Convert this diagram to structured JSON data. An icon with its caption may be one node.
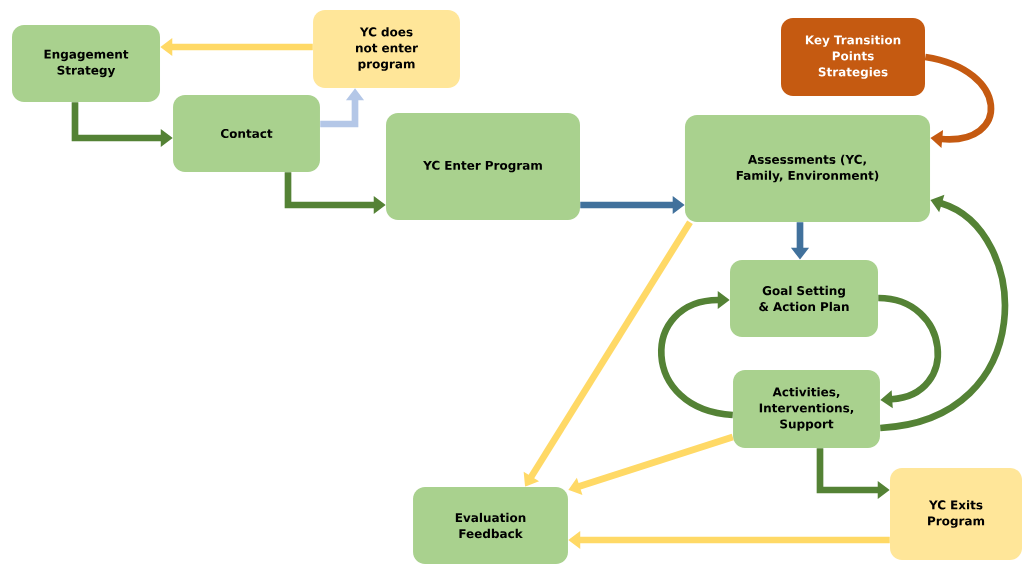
{
  "diagram": {
    "nodes": [
      {
        "text": [
          "Engagement Strategy"
        ]
      },
      {
        "text": [
          "YC does not enter program"
        ]
      },
      {
        "text": [
          "Contact"
        ]
      },
      {
        "text": [
          "YC Enter Program"
        ]
      },
      {
        "text": [
          "Key Transition Points Strategies"
        ]
      },
      {
        "text": [
          "Assessments (YC, Family, Environment)"
        ]
      },
      {
        "text": [
          "Goal Setting & Action Plan"
        ]
      },
      {
        "text": [
          "Activities, Interventions, Support"
        ]
      },
      {
        "text": [
          "Evaluation Feedback"
        ]
      },
      {
        "text": [
          "YC Exits Program"
        ]
      }
    ],
    "edges": [
      {
        "from": 1,
        "to": 0,
        "arrow": "to",
        "color": "#ffd966"
      },
      {
        "from": 0,
        "to": 2,
        "arrow": "to",
        "color": "#548235"
      },
      {
        "from": 2,
        "to": 1,
        "arrow": "to",
        "color": "#b4c7e7"
      },
      {
        "from": 2,
        "to": 3,
        "arrow": "to",
        "color": "#548235"
      },
      {
        "from": 3,
        "to": 5,
        "arrow": "to",
        "color": "#41719c"
      },
      {
        "from": 4,
        "to": 5,
        "arrow": "to",
        "color": "#c55a11"
      },
      {
        "from": 5,
        "to": 6,
        "arrow": "to",
        "color": "#41719c"
      },
      {
        "from": 6,
        "to": 7,
        "arrow": "to",
        "color": "#548235"
      },
      {
        "from": 7,
        "to": 6,
        "arrow": "to",
        "color": "#548235"
      },
      {
        "from": 7,
        "to": 5,
        "arrow": "to",
        "color": "#548235"
      },
      {
        "from": 5,
        "to": 8,
        "arrow": "to",
        "color": "#ffd966"
      },
      {
        "from": 7,
        "to": 8,
        "arrow": "to",
        "color": "#ffd966"
      },
      {
        "from": 7,
        "to": 9,
        "arrow": "to",
        "color": "#548235"
      },
      {
        "from": 9,
        "to": 8,
        "arrow": "to",
        "color": "#ffd966"
      }
    ]
  }
}
